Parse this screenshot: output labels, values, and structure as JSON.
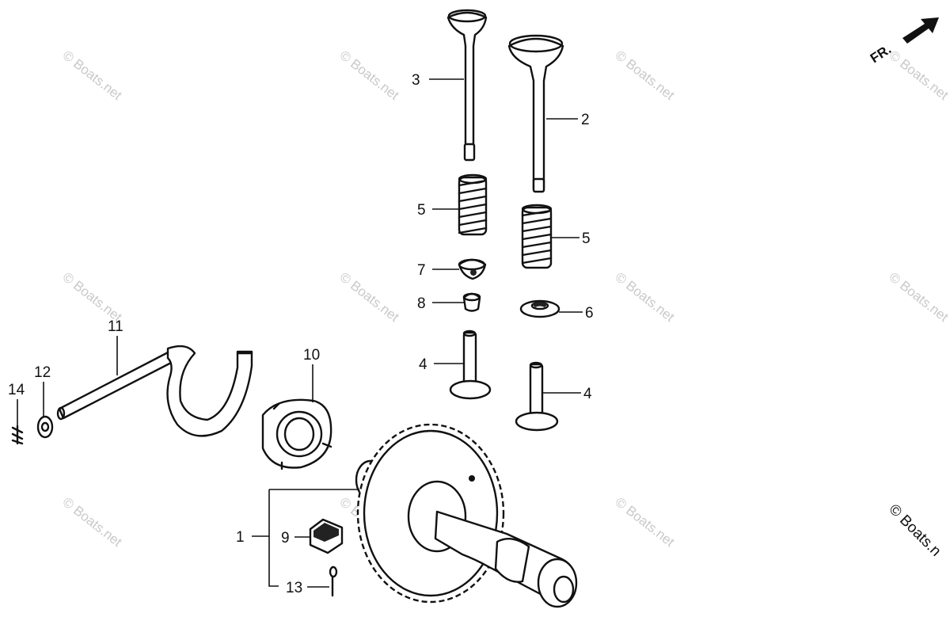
{
  "watermark": {
    "text": "© Boats.net",
    "corner_text": "© Boats.n"
  },
  "direction_label": "FR.",
  "callouts": {
    "c1": "1",
    "c2": "2",
    "c3": "3",
    "c4a": "4",
    "c4b": "4",
    "c5a": "5",
    "c5b": "5",
    "c6": "6",
    "c7": "7",
    "c8": "8",
    "c9": "9",
    "c10": "10",
    "c11": "11",
    "c12": "12",
    "c13": "13",
    "c14": "14"
  }
}
